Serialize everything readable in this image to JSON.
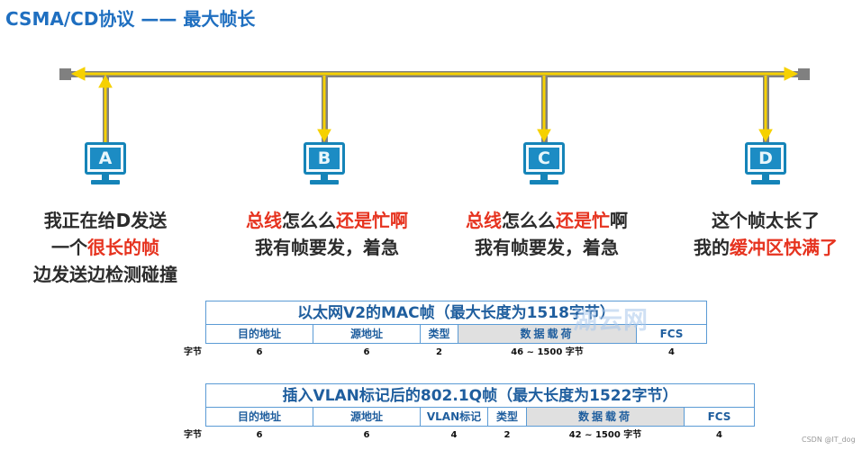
{
  "title": "CSMA/CD协议 —— 最大帧长",
  "stations": [
    {
      "label": "A",
      "lines": [
        [
          {
            "t": "我正在给D发送",
            "red": false
          }
        ],
        [
          {
            "t": "一个",
            "red": false
          },
          {
            "t": "很长的帧",
            "red": true
          }
        ],
        [
          {
            "t": "边发送边检测碰撞",
            "red": false
          }
        ]
      ]
    },
    {
      "label": "B",
      "lines": [
        [
          {
            "t": "总线",
            "red": true
          },
          {
            "t": "怎么么",
            "red": false
          },
          {
            "t": "还是忙啊",
            "red": true
          }
        ],
        [
          {
            "t": "我有帧要发，着急",
            "red": false
          }
        ]
      ]
    },
    {
      "label": "C",
      "lines": [
        [
          {
            "t": "总线",
            "red": true
          },
          {
            "t": "怎么么",
            "red": false
          },
          {
            "t": "还是忙",
            "red": true
          },
          {
            "t": "啊",
            "red": false
          }
        ],
        [
          {
            "t": "我有帧要发，着急",
            "red": false
          }
        ]
      ]
    },
    {
      "label": "D",
      "lines": [
        [
          {
            "t": "这个帧太长了",
            "red": false
          }
        ],
        [
          {
            "t": "我的",
            "red": false
          },
          {
            "t": "缓冲区快满了",
            "red": true
          }
        ]
      ]
    }
  ],
  "frames": {
    "mac": {
      "title": "以太网V2的MAC帧（最大长度为1518字节）",
      "unit": "字节",
      "fields": [
        {
          "name": "目的地址",
          "bytes": "6"
        },
        {
          "name": "源地址",
          "bytes": "6"
        },
        {
          "name": "类型",
          "bytes": "2"
        },
        {
          "name": "数据载荷",
          "bytes": "46 ~ 1500 字节"
        },
        {
          "name": "FCS",
          "bytes": "4"
        }
      ]
    },
    "vlan": {
      "title": "插入VLAN标记后的802.1Q帧（最大长度为1522字节）",
      "unit": "字节",
      "fields": [
        {
          "name": "目的地址",
          "bytes": "6"
        },
        {
          "name": "源地址",
          "bytes": "6"
        },
        {
          "name": "VLAN标记",
          "bytes": "4"
        },
        {
          "name": "类型",
          "bytes": "2"
        },
        {
          "name": "数据载荷",
          "bytes": "42 ~ 1500 字节"
        },
        {
          "name": "FCS",
          "bytes": "4"
        }
      ]
    }
  },
  "watermark": "湖云网",
  "credit": "CSDN @IT_dog",
  "colors": {
    "title": "#1f6fc0",
    "bus": "#808080",
    "signal": "#f6d100",
    "monitor": "#1584b8",
    "highlight": "#e6331f",
    "table_border": "#5b9bd5",
    "table_text": "#1f5e9e",
    "data_fill": "#e0e0e0"
  }
}
